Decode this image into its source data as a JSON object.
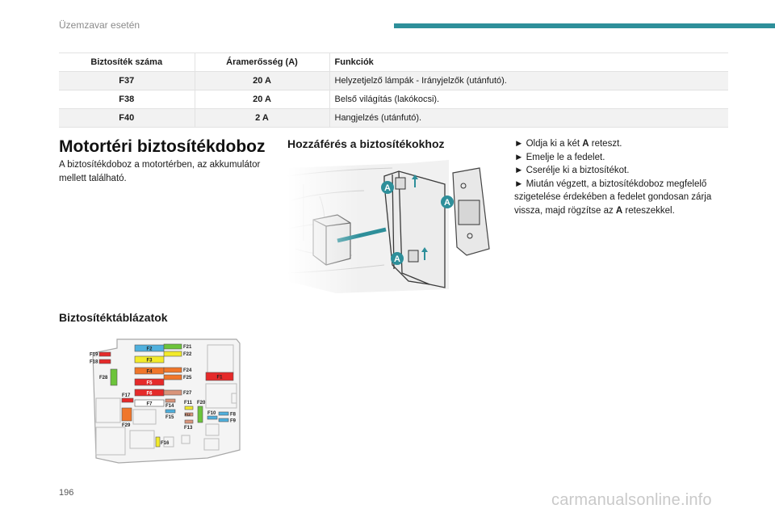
{
  "header": {
    "section_title": "Üzemzavar esetén",
    "accent_color": "#2e8f9a"
  },
  "fuse_table": {
    "headers": [
      "Biztosíték száma",
      "Áramerősség (A)",
      "Funkciók"
    ],
    "rows": [
      {
        "number": "F37",
        "amperage": "20 A",
        "function": "Helyzetjelző lámpák - Irányjelzők (utánfutó)."
      },
      {
        "number": "F38",
        "amperage": "20 A",
        "function": "Belső világítás (lakókocsi)."
      },
      {
        "number": "F40",
        "amperage": "2 A",
        "function": "Hangjelzés (utánfutó)."
      }
    ]
  },
  "engine_box": {
    "title": "Motortéri biztosítékdoboz",
    "text": "A biztosítékdoboz a motortérben, az akkumulátor mellett található."
  },
  "access": {
    "title": "Hozzáférés a biztosítékokhoz",
    "marker_label": "A",
    "steps": [
      {
        "pre": "► Oldja ki a két ",
        "bold": "A",
        "post": " reteszt."
      },
      {
        "pre": "► Emelje le a fedelet.",
        "bold": "",
        "post": ""
      },
      {
        "pre": "► Cserélje ki a biztosítékot.",
        "bold": "",
        "post": ""
      },
      {
        "pre": "► Miután végzett, a biztosítékdoboz megfelelő szigetelése érdekében a fedelet gondosan zárja vissza, majd rögzítse az ",
        "bold": "A",
        "post": " reteszekkel."
      }
    ]
  },
  "tables_heading": "Biztosítéktáblázatok",
  "fuse_diagram": {
    "labels": {
      "F1": "F1",
      "F2": "F2",
      "F3": "F3",
      "F4": "F4",
      "F5": "F5",
      "F6": "F6",
      "F7": "F7",
      "F8": "F8",
      "F9": "F9",
      "F10": "F10",
      "F11": "F11",
      "F12": "F12",
      "F13": "F13",
      "F14": "F14",
      "F15": "F15",
      "F16": "F16",
      "F17": "F17",
      "F18": "F18",
      "F19": "F19",
      "F20": "F20",
      "F21": "F21",
      "F22": "F22",
      "F24": "F24",
      "F25": "F25",
      "F27": "F27",
      "F28": "F28",
      "F29": "F29"
    },
    "colors": {
      "red": "#e52a2a",
      "blue": "#4fb0dd",
      "yellow": "#f2ea2a",
      "green": "#6cc43a",
      "orange": "#f0762a",
      "salmon": "#d9947a"
    }
  },
  "footer": {
    "page_number": "196",
    "watermark": "carmanualsonline.info"
  }
}
